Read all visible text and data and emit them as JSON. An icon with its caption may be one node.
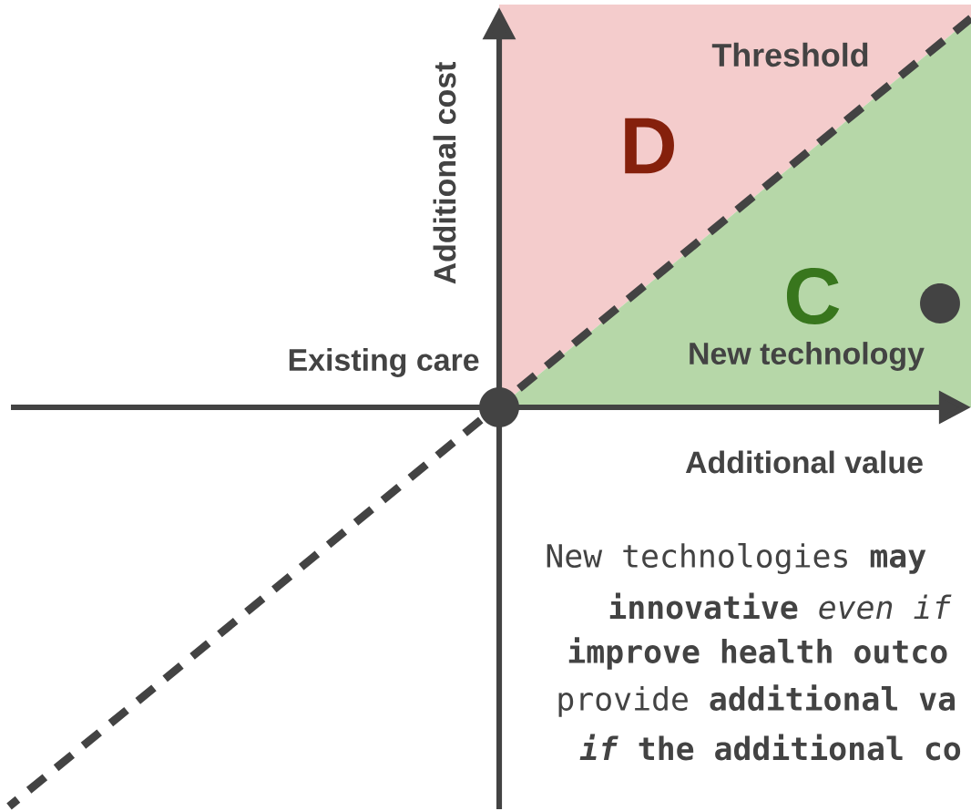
{
  "diagram": {
    "nodes": [
      {
        "text": [
          "D"
        ]
      },
      {
        "text": [
          "C"
        ]
      },
      {
        "text": [],
        "shape": "circle",
        "beside": [
          "Existing care"
        ]
      },
      {
        "text": [],
        "shape": "circle",
        "beside": [
          "New technology"
        ],
        "in": 1
      }
    ],
    "labels": [
      "Threshold",
      "Additional cost",
      "Additional value",
      "New technologies **may**",
      "**innovative** *even if*",
      "improve health outco",
      "provide **additional va**",
      "*if* the additional co"
    ]
  }
}
